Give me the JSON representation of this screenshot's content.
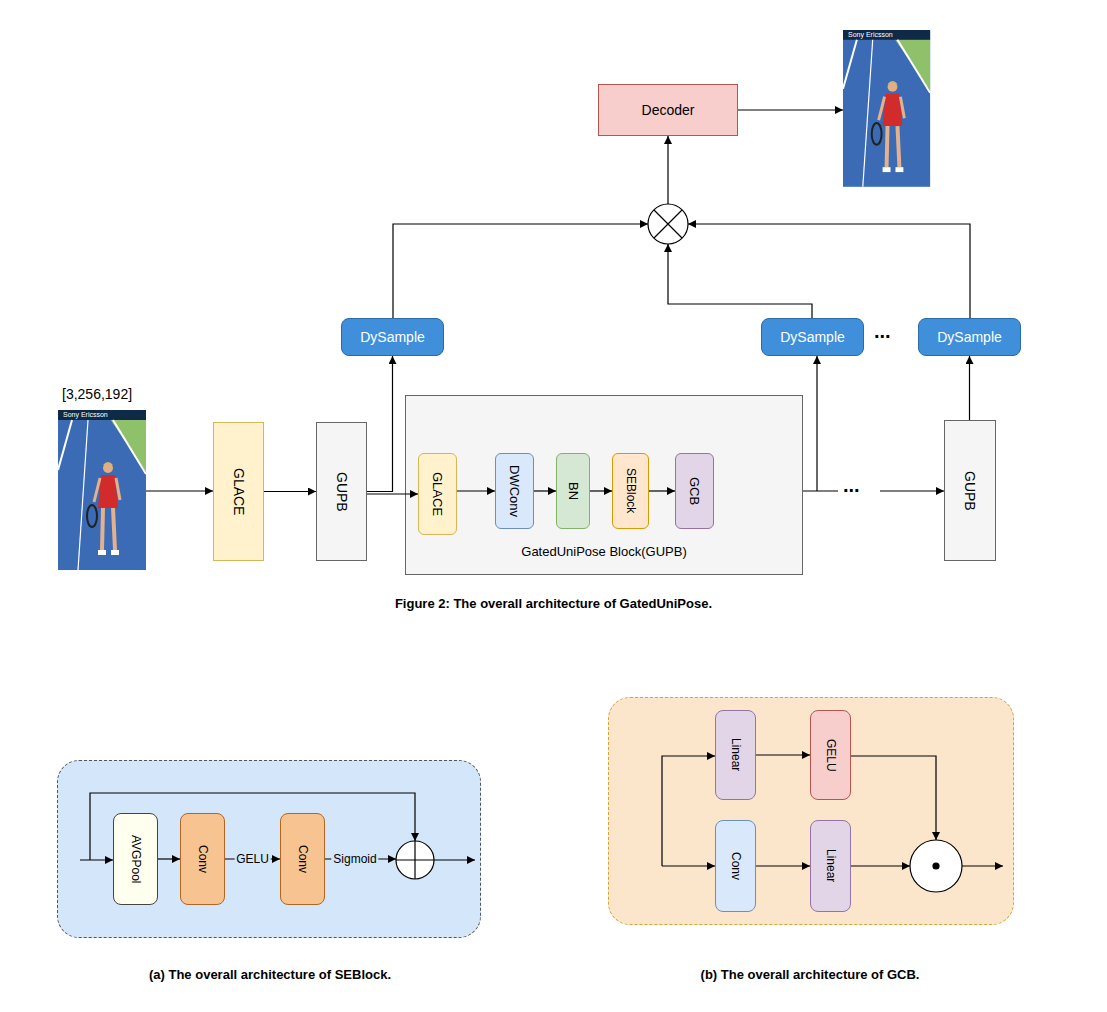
{
  "diagram": {
    "caption": "Figure 2: The overall architecture of GatedUniPose.",
    "nodes": [
      {
        "text": [
          "GLACE"
        ]
      },
      {
        "text": [
          "GUPB"
        ]
      },
      {
        "text": [
          "GatedUniPose Block(GUPB)"
        ]
      },
      {
        "text": [
          "GLACE"
        ],
        "in": 2
      },
      {
        "text": [
          "DWConv"
        ],
        "in": 2
      },
      {
        "text": [
          "BN"
        ],
        "in": 2
      },
      {
        "text": [
          "SEBlock"
        ],
        "in": 2
      },
      {
        "text": [
          "GCB"
        ],
        "in": 2
      },
      {
        "text": [
          "GUPB"
        ]
      },
      {
        "text": [
          "DySample"
        ]
      },
      {
        "text": [
          "DySample"
        ]
      },
      {
        "text": [
          "DySample"
        ]
      },
      {
        "text": [
          "Decoder"
        ]
      },
      {
        "text": [
          "(a) The overall architecture of SEBlock."
        ]
      },
      {
        "text": [
          "AVGPool"
        ],
        "in": 13
      },
      {
        "text": [
          "Conv"
        ],
        "in": 13
      },
      {
        "text": [
          "Conv"
        ],
        "in": 13
      },
      {
        "text": [
          "(b) The overall architecture of GCB."
        ]
      },
      {
        "text": [
          "Linear"
        ],
        "in": 17
      },
      {
        "text": [
          "GELU"
        ],
        "in": 17
      },
      {
        "text": [
          "Conv"
        ],
        "in": 17
      },
      {
        "text": [
          "Linear"
        ],
        "in": 17
      }
    ],
    "edges": [
      {
        "from": 0,
        "to": 1,
        "arrow": "to"
      },
      {
        "from": 1,
        "to": 3,
        "arrow": "to"
      },
      {
        "from": 1,
        "to": 9,
        "arrow": "to"
      },
      {
        "from": 3,
        "to": 4,
        "arrow": "to"
      },
      {
        "from": 4,
        "to": 5,
        "arrow": "to"
      },
      {
        "from": 5,
        "to": 6,
        "arrow": "to"
      },
      {
        "from": 6,
        "to": 7,
        "arrow": "to"
      },
      {
        "from": 8,
        "to": 11,
        "arrow": "to"
      },
      {
        "from": 14,
        "to": 15,
        "arrow": "to"
      },
      {
        "from": 15,
        "to": 16,
        "label": "GELU",
        "arrow": "to"
      },
      {
        "from": 18,
        "to": 19,
        "arrow": "to"
      },
      {
        "from": 20,
        "to": 21,
        "arrow": "to"
      }
    ],
    "labels": [
      "[3,256,192]",
      "Sony Ericsson",
      "Sony Ericsson",
      "...",
      "...",
      "Sigmoid"
    ]
  }
}
